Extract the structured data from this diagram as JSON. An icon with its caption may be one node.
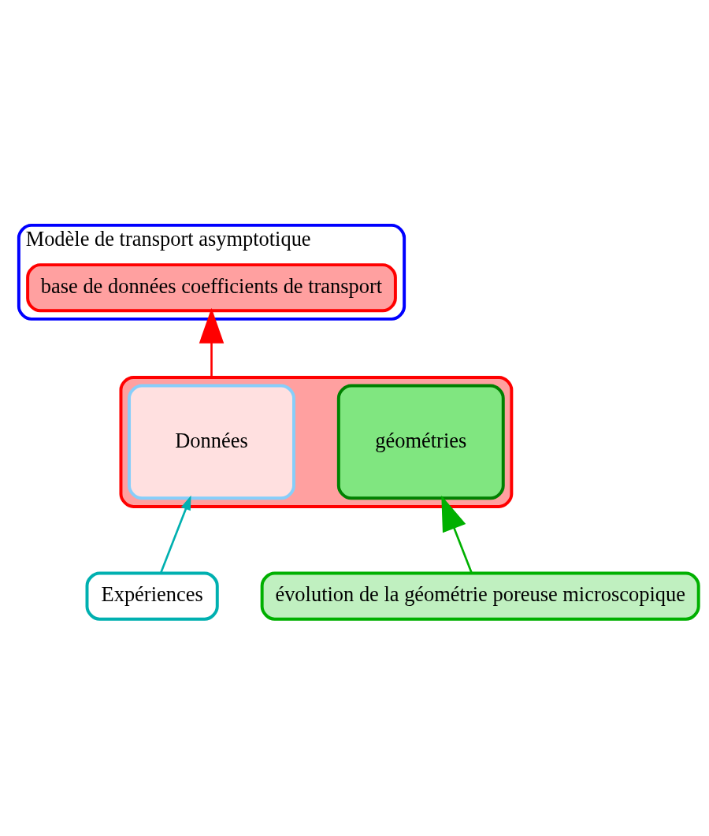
{
  "diagram": {
    "nodes": [
      {
        "text": [
          "Modèle de transport asymptotique"
        ]
      },
      {
        "text": [
          "base de données coefficients de transport"
        ],
        "in": 0
      },
      {
        "text": [],
        "shape": "box"
      },
      {
        "text": [
          "Données"
        ],
        "in": 2
      },
      {
        "text": [
          "géométries"
        ],
        "in": 2
      },
      {
        "text": [
          "Expériences"
        ]
      },
      {
        "text": [
          "évolution de la géométrie poreuse microscopique"
        ]
      }
    ],
    "edges": [
      {
        "from": 2,
        "to": 1,
        "arrow": "to",
        "color": "#ff0000"
      },
      {
        "from": 5,
        "to": 3,
        "arrow": "to",
        "color": "#00b0b0"
      },
      {
        "from": 6,
        "to": 4,
        "arrow": "to",
        "color": "#00b000"
      }
    ]
  }
}
